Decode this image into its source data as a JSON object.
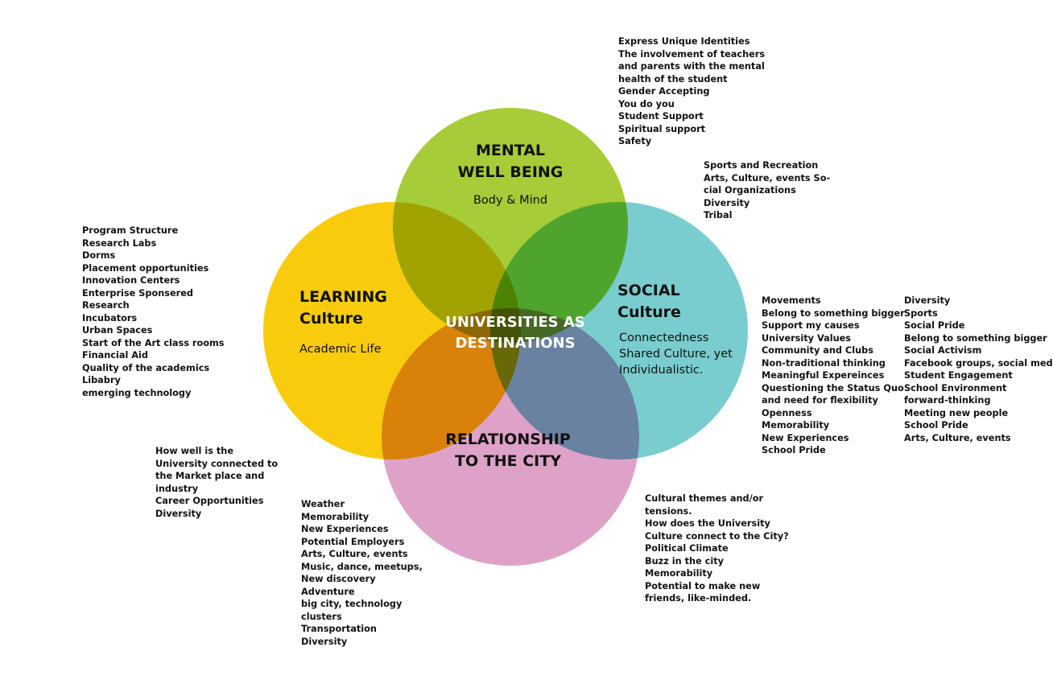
{
  "colors": {
    "mental": "#a6cc38",
    "learning": "#f8cc0c",
    "social": "#79cdce",
    "city": "#dea2c9",
    "center_text": "#ffffff"
  },
  "center_title": [
    "UNIVERSITIES AS",
    "DESTINATIONS"
  ],
  "mental": {
    "title": [
      "MENTAL",
      "WELL BEING"
    ],
    "subtitle": [
      "Body & Mind"
    ],
    "notes": [
      "Express Unique Identities",
      "The involvement of teachers",
      "and parents with the mental",
      "health of the student",
      "Gender Accepting",
      "You do you",
      "Student Support",
      "Spiritual support",
      "Safety"
    ]
  },
  "learning": {
    "title": [
      "LEARNING",
      "Culture"
    ],
    "subtitle": [
      "Academic Life"
    ],
    "notes": [
      "Program Structure",
      "Research Labs",
      "Dorms",
      "Placement opportunities",
      "Innovation Centers",
      "Enterprise Sponsered",
      "Research",
      "Incubators",
      "Urban Spaces",
      "Start of the Art class rooms",
      "Financial Aid",
      "Quality of the academics",
      "Libabry",
      "emerging technology"
    ],
    "notes_2": [
      "How well is the",
      "University connected to",
      "the Market place and",
      "industry",
      "Career Opportunities",
      "Diversity"
    ]
  },
  "social": {
    "title": [
      "SOCIAL",
      "Culture"
    ],
    "subtitle": [
      "Connectedness",
      "Shared Culture, yet",
      "Individualistic."
    ],
    "notes_top": [
      "Sports and Recreation",
      "Arts, Culture, events So-",
      "cial Organizations",
      "Diversity",
      "Tribal"
    ],
    "notes_mid": [
      "Movements",
      "Belong to something bigger",
      "Support my causes",
      "University Values",
      "Community and Clubs",
      "Non-traditional thinking",
      "Meaningful Expereinces",
      "Questioning the Status Quo",
      "and need for flexibility",
      "Openness",
      "Memorability",
      "New Experiences",
      "School Pride"
    ],
    "notes_right": [
      "Diversity",
      "Sports",
      "Social Pride",
      "Belong to something bigger",
      "Social Activism",
      "Facebook groups, social media",
      "Student Engagement",
      "School Environment",
      "forward-thinking",
      "Meeting new people",
      "School Pride",
      "Arts, Culture, events"
    ]
  },
  "city": {
    "title": [
      "RELATIONSHIP",
      "TO THE CITY"
    ],
    "notes_left": [
      "Weather",
      "Memorability",
      "New Experiences",
      "Potential Employers",
      "Arts, Culture, events",
      "Music, dance, meetups,",
      "New discovery",
      "Adventure",
      "big city, technology",
      "clusters",
      "Transportation",
      "Diversity"
    ],
    "notes_right": [
      "Cultural themes and/or",
      "tensions.",
      "How does the University",
      "Culture connect to the City?",
      "Political Climate",
      "Buzz in the city",
      "Memorability",
      "Potential to make new",
      "friends, like-minded."
    ]
  }
}
